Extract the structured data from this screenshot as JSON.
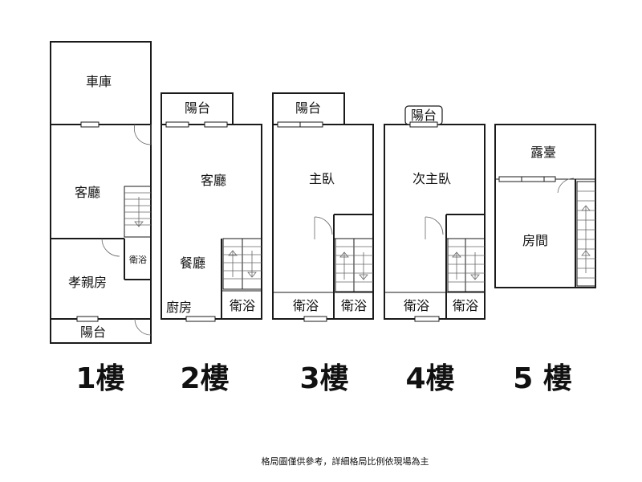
{
  "floors": [
    {
      "label": "1樓",
      "rooms": {
        "garage": "車庫",
        "living": "客廳",
        "bath": "衛浴",
        "elder_room": "孝親房",
        "balcony": "陽台"
      }
    },
    {
      "label": "2樓",
      "rooms": {
        "balcony": "陽台",
        "living": "客廳",
        "dining": "餐廳",
        "kitchen": "廚房",
        "bath": "衛浴"
      }
    },
    {
      "label": "3樓",
      "rooms": {
        "balcony": "陽台",
        "master": "主臥",
        "bath_a": "衛浴",
        "bath_b": "衛浴"
      }
    },
    {
      "label": "4樓",
      "rooms": {
        "balcony": "陽台",
        "second_master": "次主臥",
        "bath_a": "衛浴",
        "bath_b": "衛浴"
      }
    },
    {
      "label": "5 樓",
      "rooms": {
        "terrace": "露臺",
        "room": "房間"
      }
    }
  ],
  "footnote": "格局圖僅供參考，詳細格局比例依現場為主"
}
